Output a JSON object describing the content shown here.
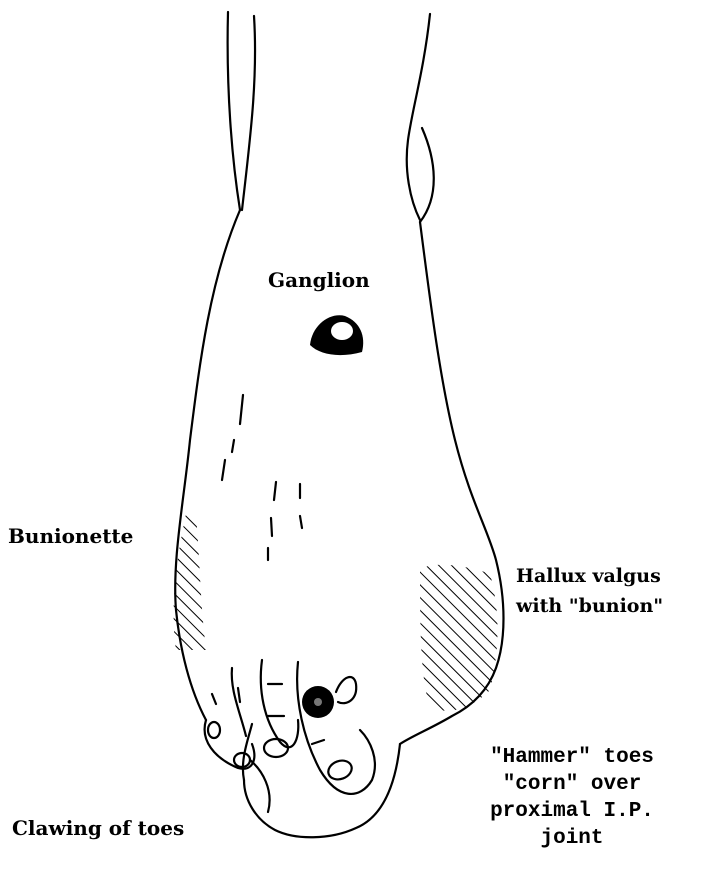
{
  "colors": {
    "ink": "#000000",
    "background": "#ffffff"
  },
  "labels": {
    "ganglion": "Ganglion",
    "bunionette": "Bunionette",
    "hallux_valgus": {
      "line1": "Hallux valgus",
      "line2": "with \"bunion\""
    },
    "clawing": "Clawing of toes",
    "hammer_toes": {
      "line1": "\"Hammer\" toes",
      "line2": "\"corn\" over",
      "line3": "proximal I.P.",
      "line4": "joint"
    }
  }
}
